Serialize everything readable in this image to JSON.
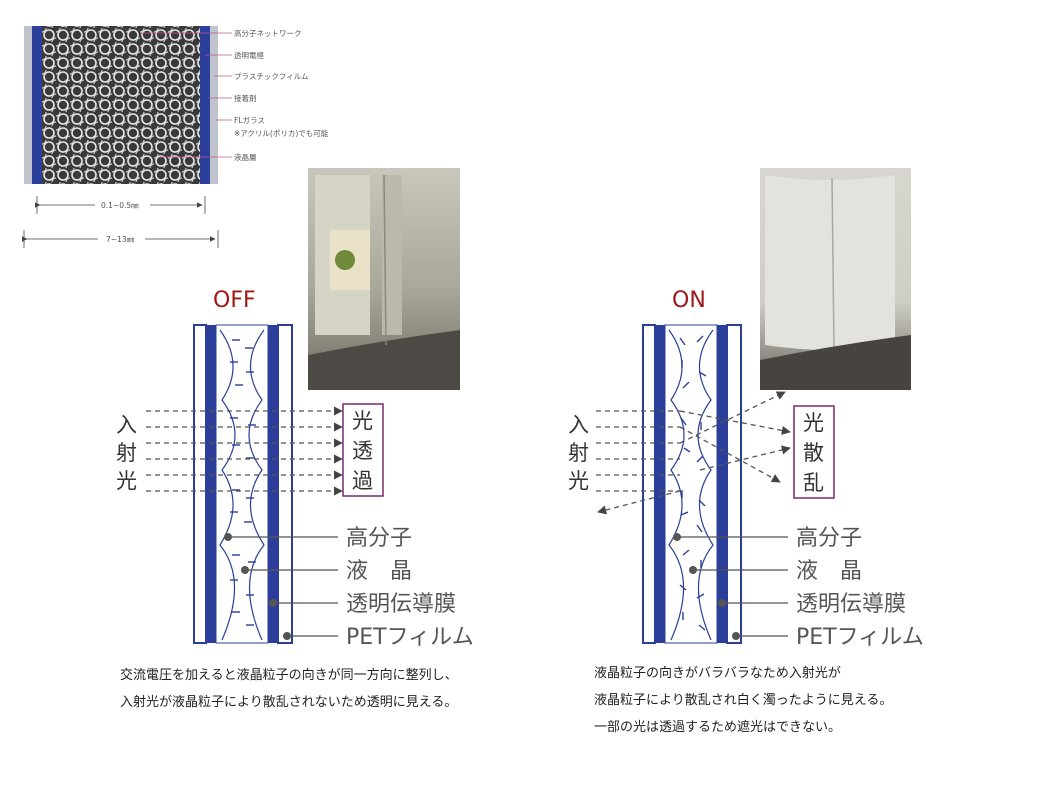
{
  "structure": {
    "labels": [
      "高分子ネットワーク",
      "透明電極",
      "プラスチックフィルム",
      "接着剤",
      "FLガラス",
      "※アクリル(ポリカ)でも可能",
      "液晶層"
    ],
    "dim_inner": "0.1~0.5㎜",
    "dim_outer": "7~13㎜"
  },
  "off": {
    "title": "OFF",
    "incident": [
      "入",
      "射",
      "光"
    ],
    "result": [
      "光",
      "透",
      "過"
    ],
    "labels": [
      "高分子",
      "液　晶",
      "透明伝導膜",
      "PETフィルム"
    ],
    "caption": [
      "交流電圧を加えると液晶粒子の向きが同一方向に整列し、",
      "入射光が液晶粒子により散乱されないため透明に見える。"
    ]
  },
  "on": {
    "title": "ON",
    "incident": [
      "入",
      "射",
      "光"
    ],
    "result": [
      "光",
      "散",
      "乱"
    ],
    "labels": [
      "高分子",
      "液　晶",
      "透明伝導膜",
      "PETフィルム"
    ],
    "caption": [
      "液晶粒子の向きがバラバラなため入射光が",
      "液晶粒子により散乱され白く濁ったように見える。",
      "一部の光は透過するため遮光はできない。"
    ]
  },
  "colors": {
    "film_blue": "#2b3f9a",
    "box_purple": "#7a2a6a",
    "title_red": "#a01818",
    "label_line": "#c05a8a"
  }
}
